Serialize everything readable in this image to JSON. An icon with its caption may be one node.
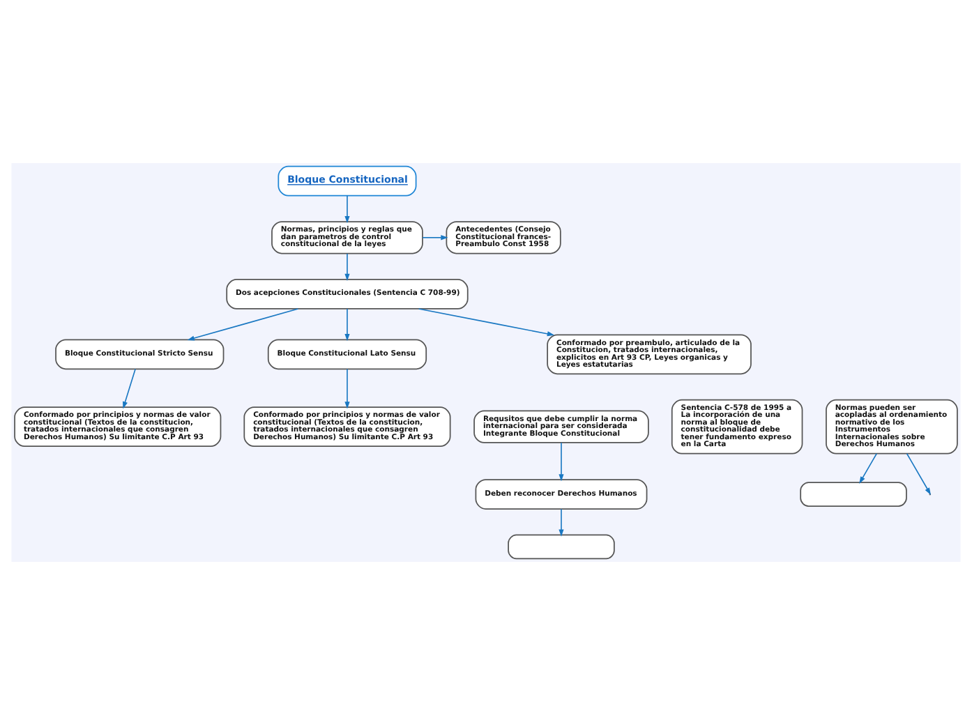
{
  "diagram": {
    "nodes": [
      {
        "text": [
          "Bloque Constitucional"
        ]
      },
      {
        "text": [
          "Normas, principios y reglas que dan parametros de control constitucional de la leyes"
        ]
      },
      {
        "text": [
          "Antecedentes (Consejo Constitucional frances- Preambulo Const 1958"
        ]
      },
      {
        "text": [
          "Dos acepciones Constitucionales (Sentencia C 708-99)"
        ]
      },
      {
        "text": [
          "Bloque Constitucional Stricto Sensu"
        ]
      },
      {
        "text": [
          "Bloque Constitucional Lato Sensu"
        ]
      },
      {
        "text": [
          "Conformado por principios y normas de valor constitucional (Textos de la constitucion, tratados internacionales que consagren Derechos Humanos) Su limitante C.P Art 93"
        ]
      },
      {
        "text": [
          "Conformado por principios y normas de valor constitucional (Textos de la constitucion, tratados internacionales que consagren Derechos Humanos) Su limitante C.P Art 93"
        ]
      },
      {
        "text": [
          "Conformado por preambulo, articulado de la Constitucion, tratados internacionales, explicitos en Art 93 CP, Leyes organicas y Leyes estatutarias"
        ]
      },
      {
        "text": [
          "Requsitos que debe cumplir la norma internacional para ser considerada Integrante Bloque Constitucional"
        ]
      },
      {
        "text": [
          "Deben reconocer Derechos Humanos"
        ]
      },
      {
        "text": [],
        "shape": "box"
      },
      {
        "text": [
          "Sentencia C-578 de 1995 a La incorporación de una norma al bloque de constitucionalidad debe tener fundamento expreso en la Carta"
        ]
      },
      {
        "text": [
          "Normas pueden ser acopladas al ordenamiento normativo de los Instrumentos Internacionales sobre Derechos Humanos"
        ]
      },
      {
        "text": [],
        "shape": "box"
      }
    ],
    "edges": [
      {
        "from": 0,
        "to": 1,
        "arrow": "to"
      },
      {
        "from": 1,
        "to": 2,
        "arrow": "to"
      },
      {
        "from": 1,
        "to": 3,
        "arrow": "to"
      },
      {
        "from": 3,
        "to": 4,
        "arrow": "to"
      },
      {
        "from": 3,
        "to": 8,
        "arrow": "to"
      },
      {
        "from": 3,
        "to": 5,
        "arrow": "to"
      },
      {
        "from": 4,
        "to": 6,
        "arrow": "to"
      },
      {
        "from": 5,
        "to": 7,
        "arrow": "to"
      },
      {
        "from": 9,
        "to": 10,
        "arrow": "to"
      },
      {
        "from": 10,
        "to": 11,
        "arrow": "to"
      },
      {
        "from": 13,
        "to": 14,
        "arrow": "to"
      },
      {
        "from": 13,
        "to": null,
        "arrow": "to"
      }
    ]
  }
}
